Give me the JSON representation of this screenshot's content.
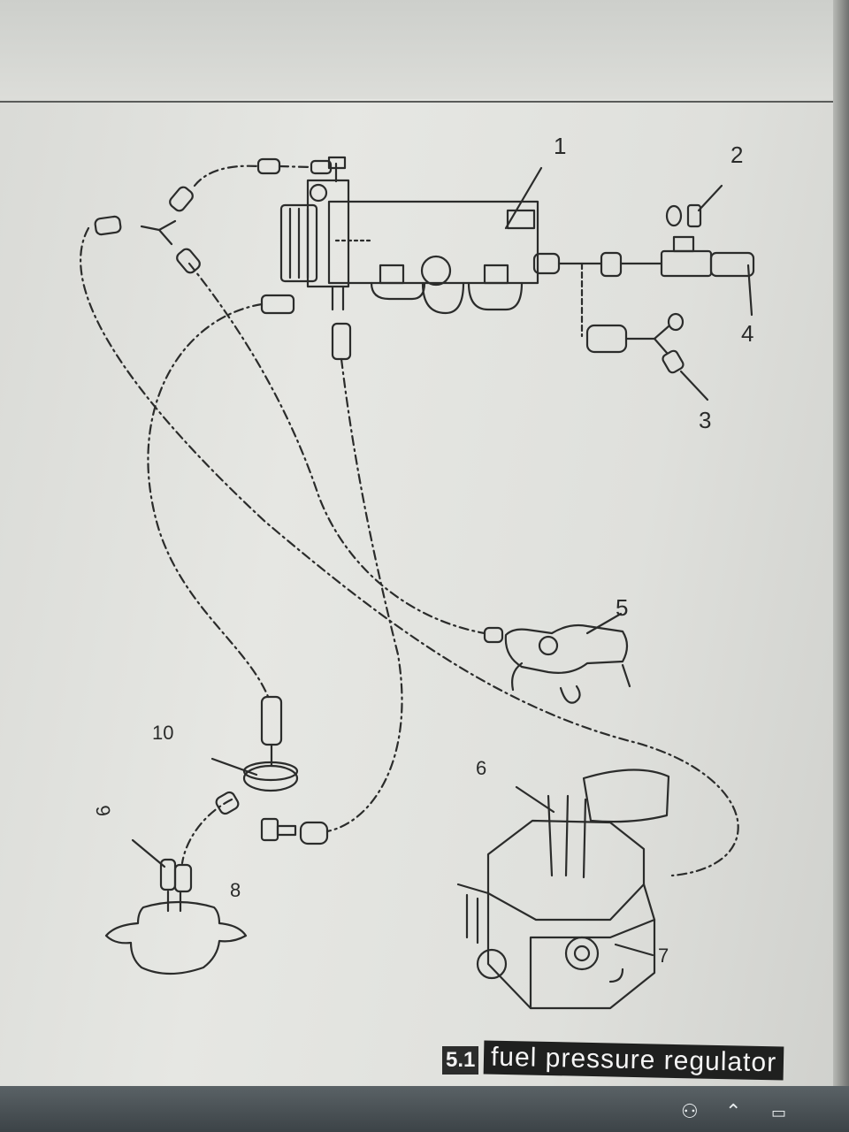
{
  "diagram": {
    "callouts": {
      "c1": "1",
      "c2": "2",
      "c3": "3",
      "c4": "4",
      "c5": "5",
      "c6": "6",
      "c7": "7",
      "c8": "8",
      "c9": "9",
      "c10": "10"
    },
    "line_color": "#2b2c2b"
  },
  "caption": {
    "number": "5.1",
    "text": "fuel pressure regulator",
    "highlight_color": "#1f201f"
  },
  "taskbar": {
    "icons": [
      "people-icon",
      "chevron-up-icon",
      "battery-icon"
    ]
  }
}
